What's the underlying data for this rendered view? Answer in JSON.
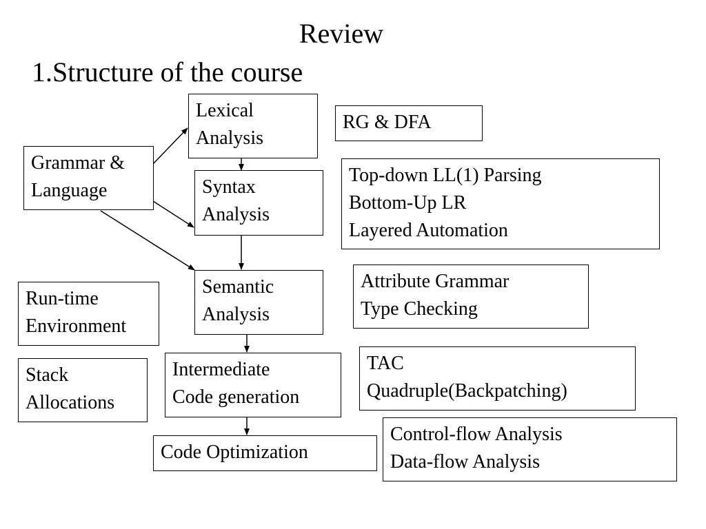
{
  "title": "Review",
  "subtitle": "1.Structure of the course",
  "boxes": {
    "grammar": [
      "Grammar &",
      "Language"
    ],
    "lexical": [
      "Lexical",
      "Analysis"
    ],
    "syntax": [
      "Syntax",
      "Analysis"
    ],
    "semantic": [
      "Semantic",
      "Analysis"
    ],
    "intermediate": [
      "Intermediate",
      "Code generation"
    ],
    "optimization": [
      "Code Optimization"
    ],
    "runtime": [
      "Run-time",
      "Environment"
    ],
    "stack": [
      "Stack",
      "Allocations"
    ],
    "rg_dfa": [
      "RG  & DFA"
    ],
    "parsing": [
      "Top-down LL(1) Parsing",
      "Bottom-Up LR",
      "Layered Automation"
    ],
    "attribute": [
      "Attribute Grammar",
      "Type Checking"
    ],
    "tac": [
      "TAC",
      "Quadruple(Backpatching)"
    ],
    "flow": [
      "Control-flow Analysis",
      "Data-flow Analysis"
    ]
  }
}
